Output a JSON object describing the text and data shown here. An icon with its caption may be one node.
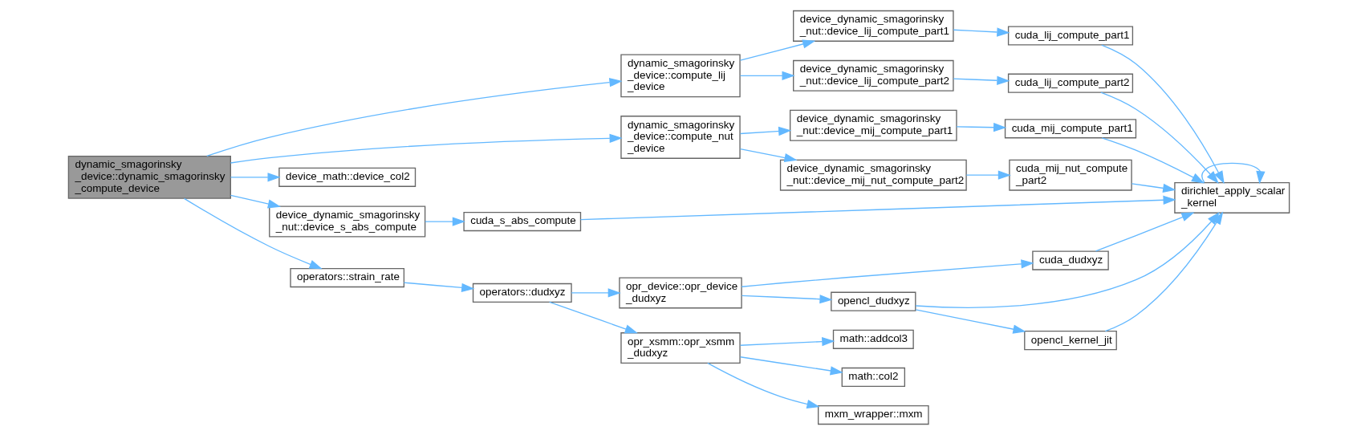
{
  "diagram": {
    "nodes": [
      {
        "text": [
          "dynamic_smagorinsky _device::dynamic_smagorinsky _compute_device"
        ]
      },
      {
        "text": [
          "dynamic_smagorinsky _device::compute_lij _device"
        ]
      },
      {
        "text": [
          "device_dynamic_smagorinsky _nut::device_lij_compute_part1"
        ]
      },
      {
        "text": [
          "cuda_lij_compute_part1"
        ]
      },
      {
        "text": [
          "dirichlet_apply_scalar _kernel"
        ]
      },
      {
        "text": [
          "device_dynamic_smagorinsky _nut::device_lij_compute_part2"
        ]
      },
      {
        "text": [
          "cuda_lij_compute_part2"
        ]
      },
      {
        "text": [
          "dynamic_smagorinsky _device::compute_nut _device"
        ]
      },
      {
        "text": [
          "device_dynamic_smagorinsky _nut::device_mij_compute_part1"
        ]
      },
      {
        "text": [
          "cuda_mij_compute_part1"
        ]
      },
      {
        "text": [
          "device_dynamic_smagorinsky _nut::device_mij_nut_compute_part2"
        ]
      },
      {
        "text": [
          "cuda_mij_nut_compute _part2"
        ]
      },
      {
        "text": [
          "device_math::device_col2"
        ]
      },
      {
        "text": [
          "device_dynamic_smagorinsky _nut::device_s_abs_compute"
        ]
      },
      {
        "text": [
          "cuda_s_abs_compute"
        ]
      },
      {
        "text": [
          "operators::strain_rate"
        ]
      },
      {
        "text": [
          "operators::dudxyz"
        ]
      },
      {
        "text": [
          "opr_device::opr_device _dudxyz"
        ]
      },
      {
        "text": [
          "cuda_dudxyz"
        ]
      },
      {
        "text": [
          "opencl_dudxyz"
        ]
      },
      {
        "text": [
          "opencl_kernel_jit"
        ]
      },
      {
        "text": [
          "opr_xsmm::opr_xsmm _dudxyz"
        ]
      },
      {
        "text": [
          "math::addcol3"
        ]
      },
      {
        "text": [
          "math::col2"
        ]
      },
      {
        "text": [
          "mxm_wrapper::mxm"
        ]
      }
    ],
    "edges": [
      {
        "from": 0,
        "to": 1,
        "arrow": "to"
      },
      {
        "from": 0,
        "to": 7,
        "arrow": "to"
      },
      {
        "from": 0,
        "to": 12,
        "arrow": "to"
      },
      {
        "from": 0,
        "to": 13,
        "arrow": "to"
      },
      {
        "from": 0,
        "to": 15,
        "arrow": "to"
      },
      {
        "from": 1,
        "to": 2,
        "arrow": "to"
      },
      {
        "from": 1,
        "to": 5,
        "arrow": "to"
      },
      {
        "from": 2,
        "to": 3,
        "arrow": "to"
      },
      {
        "from": 3,
        "to": 4,
        "arrow": "to"
      },
      {
        "from": 4,
        "to": 4,
        "arrow": "to"
      },
      {
        "from": 5,
        "to": 6,
        "arrow": "to"
      },
      {
        "from": 6,
        "to": 4,
        "arrow": "to"
      },
      {
        "from": 7,
        "to": 8,
        "arrow": "to"
      },
      {
        "from": 7,
        "to": 10,
        "arrow": "to"
      },
      {
        "from": 8,
        "to": 9,
        "arrow": "to"
      },
      {
        "from": 9,
        "to": 4,
        "arrow": "to"
      },
      {
        "from": 10,
        "to": 11,
        "arrow": "to"
      },
      {
        "from": 11,
        "to": 4,
        "arrow": "to"
      },
      {
        "from": 13,
        "to": 14,
        "arrow": "to"
      },
      {
        "from": 14,
        "to": 4,
        "arrow": "to"
      },
      {
        "from": 15,
        "to": 16,
        "arrow": "to"
      },
      {
        "from": 16,
        "to": 17,
        "arrow": "to"
      },
      {
        "from": 16,
        "to": 21,
        "arrow": "to"
      },
      {
        "from": 17,
        "to": 18,
        "arrow": "to"
      },
      {
        "from": 17,
        "to": 19,
        "arrow": "to"
      },
      {
        "from": 18,
        "to": 4,
        "arrow": "to"
      },
      {
        "from": 19,
        "to": 4,
        "arrow": "to"
      },
      {
        "from": 19,
        "to": 20,
        "arrow": "to"
      },
      {
        "from": 20,
        "to": 4,
        "arrow": "to"
      },
      {
        "from": 21,
        "to": 22,
        "arrow": "to"
      },
      {
        "from": 21,
        "to": 23,
        "arrow": "to"
      },
      {
        "from": 21,
        "to": 24,
        "arrow": "to"
      }
    ]
  }
}
